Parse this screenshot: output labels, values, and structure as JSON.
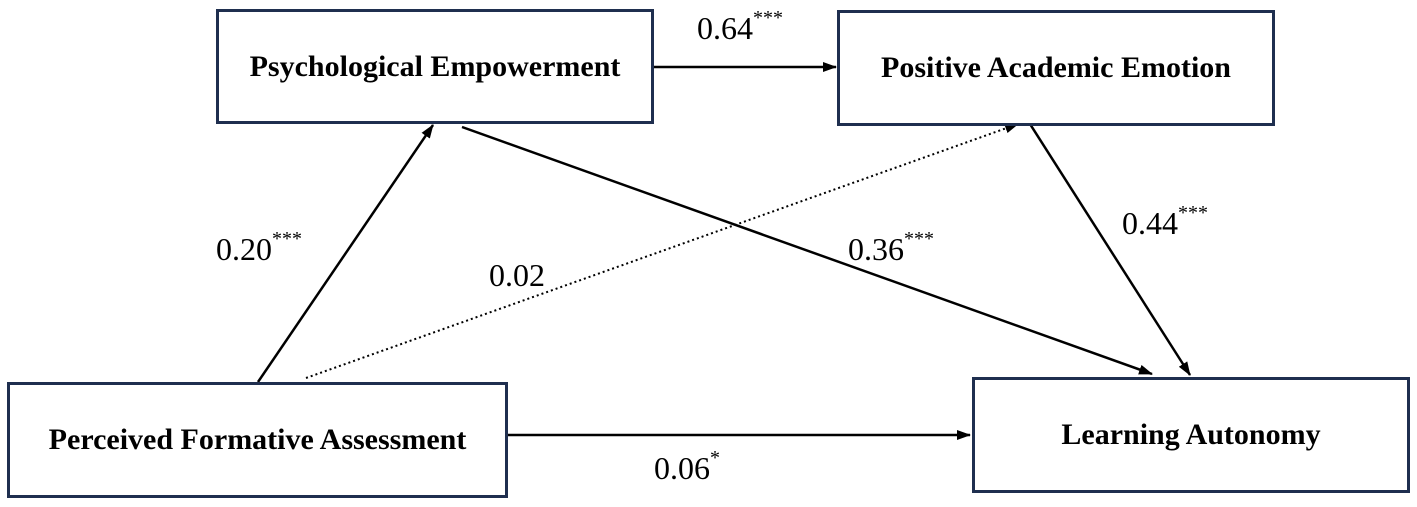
{
  "nodes": {
    "psychological_empowerment": "Psychological Empowerment",
    "positive_academic_emotion": "Positive Academic Emotion",
    "perceived_formative_assessment": "Perceived Formative Assessment",
    "learning_autonomy": "Learning Autonomy"
  },
  "paths": [
    {
      "id": "pe-pae",
      "from": "Psychological Empowerment",
      "to": "Positive Academic Emotion",
      "value": "0.64",
      "sig": "***",
      "style": "solid"
    },
    {
      "id": "pfa-pe",
      "from": "Perceived Formative Assessment",
      "to": "Psychological Empowerment",
      "value": "0.20",
      "sig": "***",
      "style": "solid"
    },
    {
      "id": "pfa-pae",
      "from": "Perceived Formative Assessment",
      "to": "Positive Academic Emotion",
      "value": "0.02",
      "sig": "",
      "style": "dotted"
    },
    {
      "id": "pe-la",
      "from": "Psychological Empowerment",
      "to": "Learning Autonomy",
      "value": "0.36",
      "sig": "***",
      "style": "solid"
    },
    {
      "id": "pae-la",
      "from": "Positive Academic Emotion",
      "to": "Learning Autonomy",
      "value": "0.44",
      "sig": "***",
      "style": "solid"
    },
    {
      "id": "pfa-la",
      "from": "Perceived Formative Assessment",
      "to": "Learning Autonomy",
      "value": "0.06",
      "sig": "*",
      "style": "solid"
    }
  ],
  "colors": {
    "box_border": "#1f2f4f",
    "arrow": "#000000",
    "text": "#000000"
  }
}
